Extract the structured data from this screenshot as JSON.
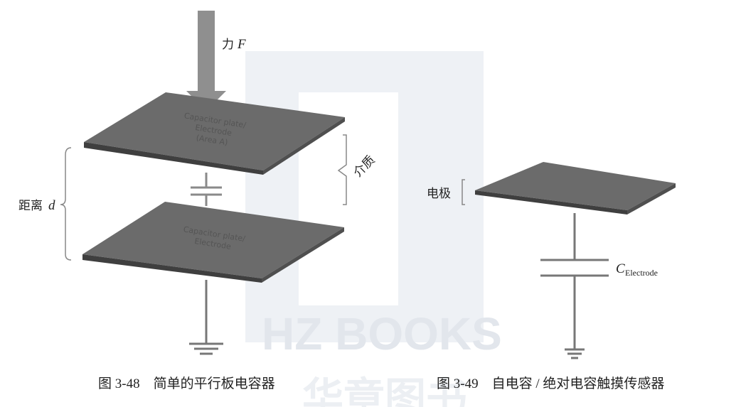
{
  "fig48": {
    "force_label": "力",
    "force_symbol": "F",
    "plate_top_line1": "Capacitor plate/",
    "plate_top_line2": "Electrode",
    "plate_top_line3": "(Area A)",
    "plate_bottom_line1": "Capacitor plate/",
    "plate_bottom_line2": "Electrode",
    "dielectric_label": "介质",
    "distance_label": "距离",
    "distance_symbol": "d",
    "caption": "图 3-48    简单的平行板电容器"
  },
  "fig49": {
    "electrode_label": "电极",
    "cap_symbol": "C",
    "cap_subscript": "Electrode",
    "caption": "图 3-49    自电容 / 绝对电容触摸传感器"
  },
  "watermark": {
    "text": "HZ BOOKS",
    "subtext": "华章图书"
  },
  "colors": {
    "plate_top": "#6b6b6b",
    "plate_edge": "#3f3f3f",
    "wire": "#777777",
    "arrow": "#8f8f8f",
    "watermark": "#e4e8ef"
  }
}
